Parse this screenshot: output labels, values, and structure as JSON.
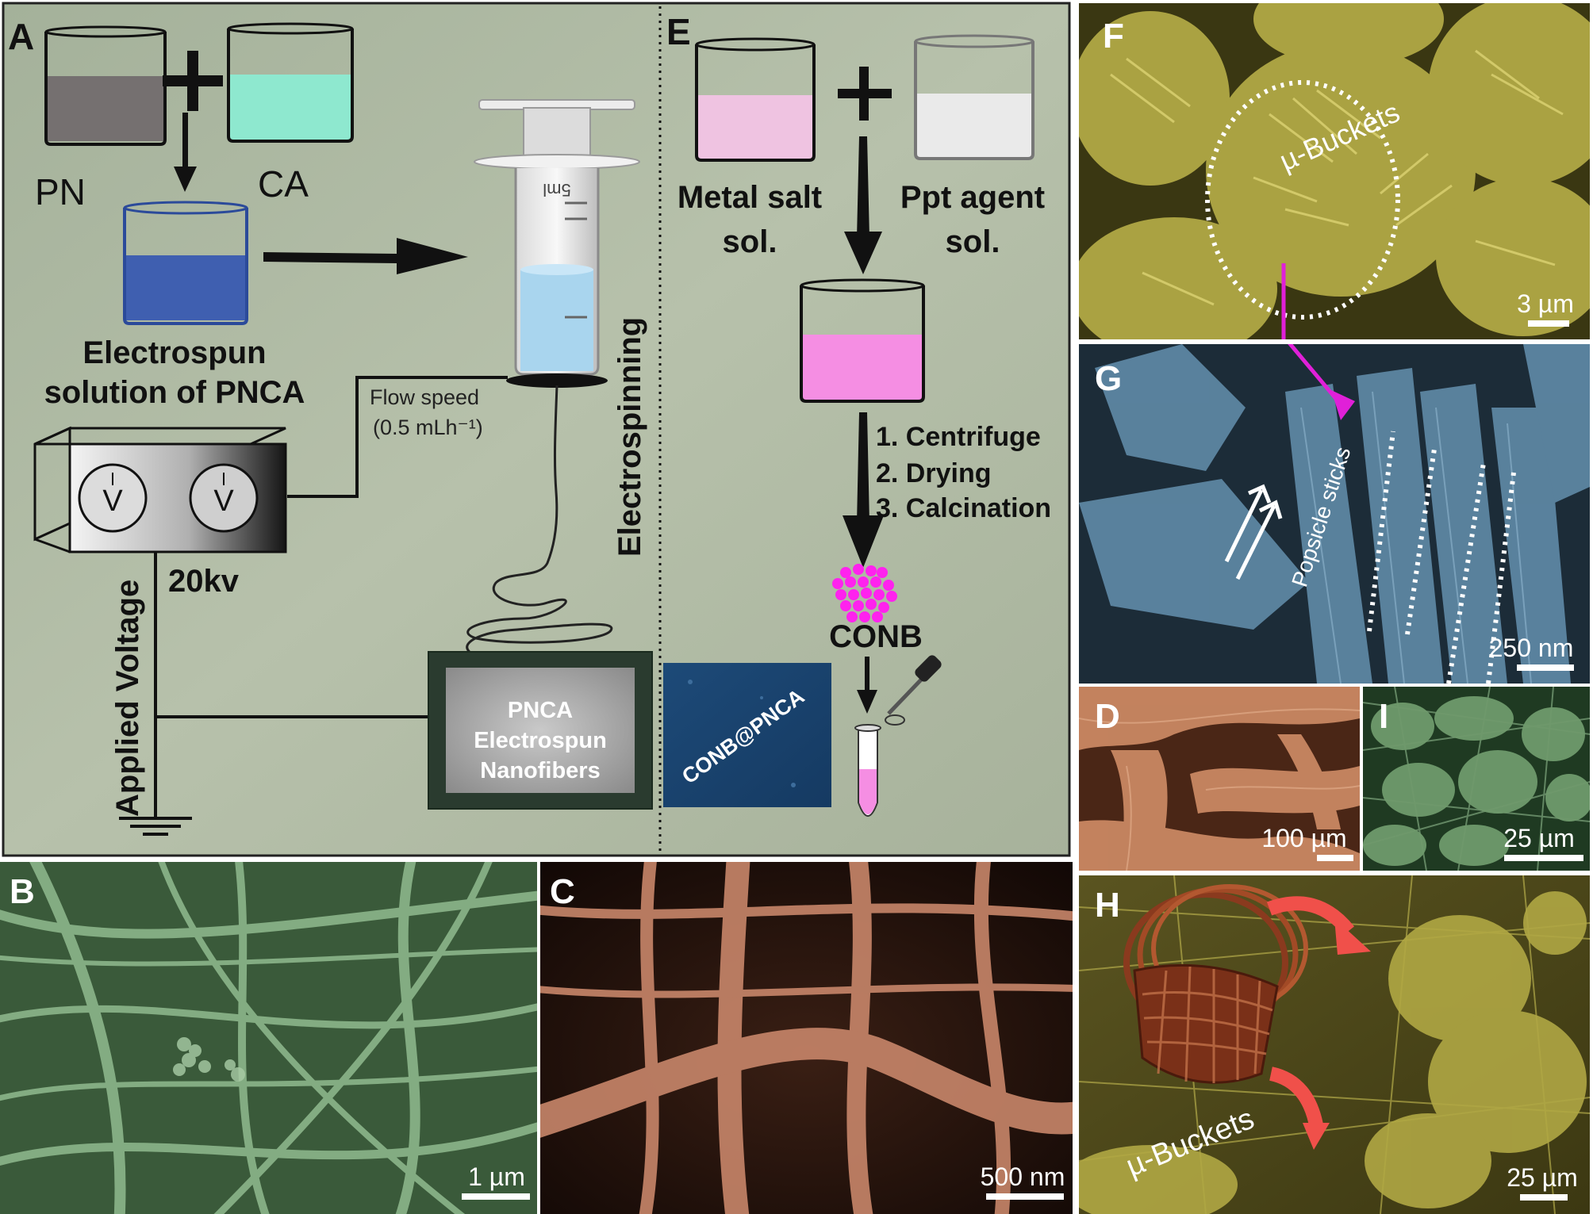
{
  "panels": {
    "A": {
      "letter": "A",
      "label_pn": "PN",
      "label_ca": "CA",
      "electrospun_line1": "Electrospun",
      "electrospun_line2": "solution of PNCA",
      "flow_line1": "Flow speed",
      "flow_line2": "(0.5 mLh⁻¹)",
      "electrospinning": "Electrospinning",
      "voltage_kv": "20kv",
      "applied_voltage": "Applied Voltage",
      "dial_symbol": "V",
      "syringe_unit": "5ml",
      "collector_line1": "PNCA",
      "collector_line2": "Electrospun",
      "collector_line3": "Nanofibers"
    },
    "E": {
      "letter": "E",
      "metal_line1": "Metal salt",
      "metal_line2": "sol.",
      "ppt_line1": "Ppt agent",
      "ppt_line2": "sol.",
      "step1": "1. Centrifuge",
      "step2": "2. Drying",
      "step3": "3. Calcination",
      "conb": "CONB",
      "photo_label": "CONB@PNCA"
    },
    "B": {
      "letter": "B",
      "scale": "1 µm"
    },
    "C": {
      "letter": "C",
      "scale": "500 nm"
    },
    "F": {
      "letter": "F",
      "scale": "3 µm",
      "annotation": "µ-Buckets"
    },
    "G": {
      "letter": "G",
      "scale": "250 nm",
      "annotation": "Popsicle sticks"
    },
    "D": {
      "letter": "D",
      "scale": "100 µm"
    },
    "I": {
      "letter": "I",
      "scale": "25 µm"
    },
    "H": {
      "letter": "H",
      "scale": "25 µm",
      "annotation": "µ-Buckets"
    }
  },
  "colors": {
    "schematic_bg": "#b3bda8",
    "pink_solution": "#f58ee3",
    "blue_solution": "#3f5fb0",
    "cyan_solution": "#8ce6cf",
    "conb_dots": "#ff22ee",
    "magenta_arrow": "#e020d8",
    "red_arrow": "#f0504a"
  }
}
